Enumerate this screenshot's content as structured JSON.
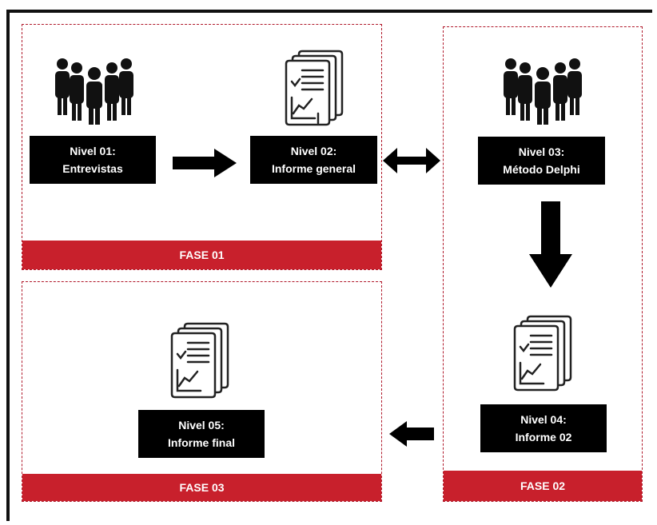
{
  "phases": {
    "fase01": "FASE 01",
    "fase02": "FASE 02",
    "fase03": "FASE 03"
  },
  "levels": {
    "n01": {
      "line1": "Nivel 01:",
      "line2": "Entrevistas"
    },
    "n02": {
      "line1": "Nivel 02:",
      "line2": "Informe general"
    },
    "n03": {
      "line1": "Nivel 03:",
      "line2": "Método Delphi"
    },
    "n04": {
      "line1": "Nivel 04:",
      "line2": "Informe 02"
    },
    "n05": {
      "line1": "Nivel 05:",
      "line2": "Informe final"
    }
  },
  "colors": {
    "phase_bar": "#c8202c",
    "label_bg": "#000000",
    "border": "#b0182a"
  },
  "icons": [
    "people-group-icon",
    "report-document-icon"
  ]
}
